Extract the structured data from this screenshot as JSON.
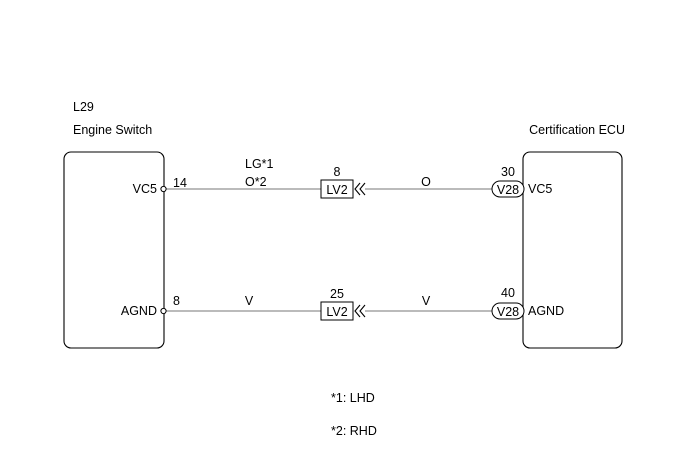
{
  "left_component": {
    "code": "L29",
    "name": "Engine Switch",
    "pins": [
      {
        "label": "VC5",
        "number": "14"
      },
      {
        "label": "AGND",
        "number": "8"
      }
    ]
  },
  "right_component": {
    "name": "Certification ECU",
    "pins": [
      {
        "label": "VC5",
        "number": "30"
      },
      {
        "label": "AGND",
        "number": "40"
      }
    ]
  },
  "wires": [
    {
      "left_color": "LG*1",
      "left_color_alt": "O*2",
      "connector": "LV2",
      "connector_pin": "8",
      "right_color": "O",
      "ecu_connector": "V28"
    },
    {
      "left_color": "V",
      "connector": "LV2",
      "connector_pin": "25",
      "right_color": "V",
      "ecu_connector": "V28"
    }
  ],
  "notes": [
    "*1: LHD",
    "*2: RHD"
  ]
}
